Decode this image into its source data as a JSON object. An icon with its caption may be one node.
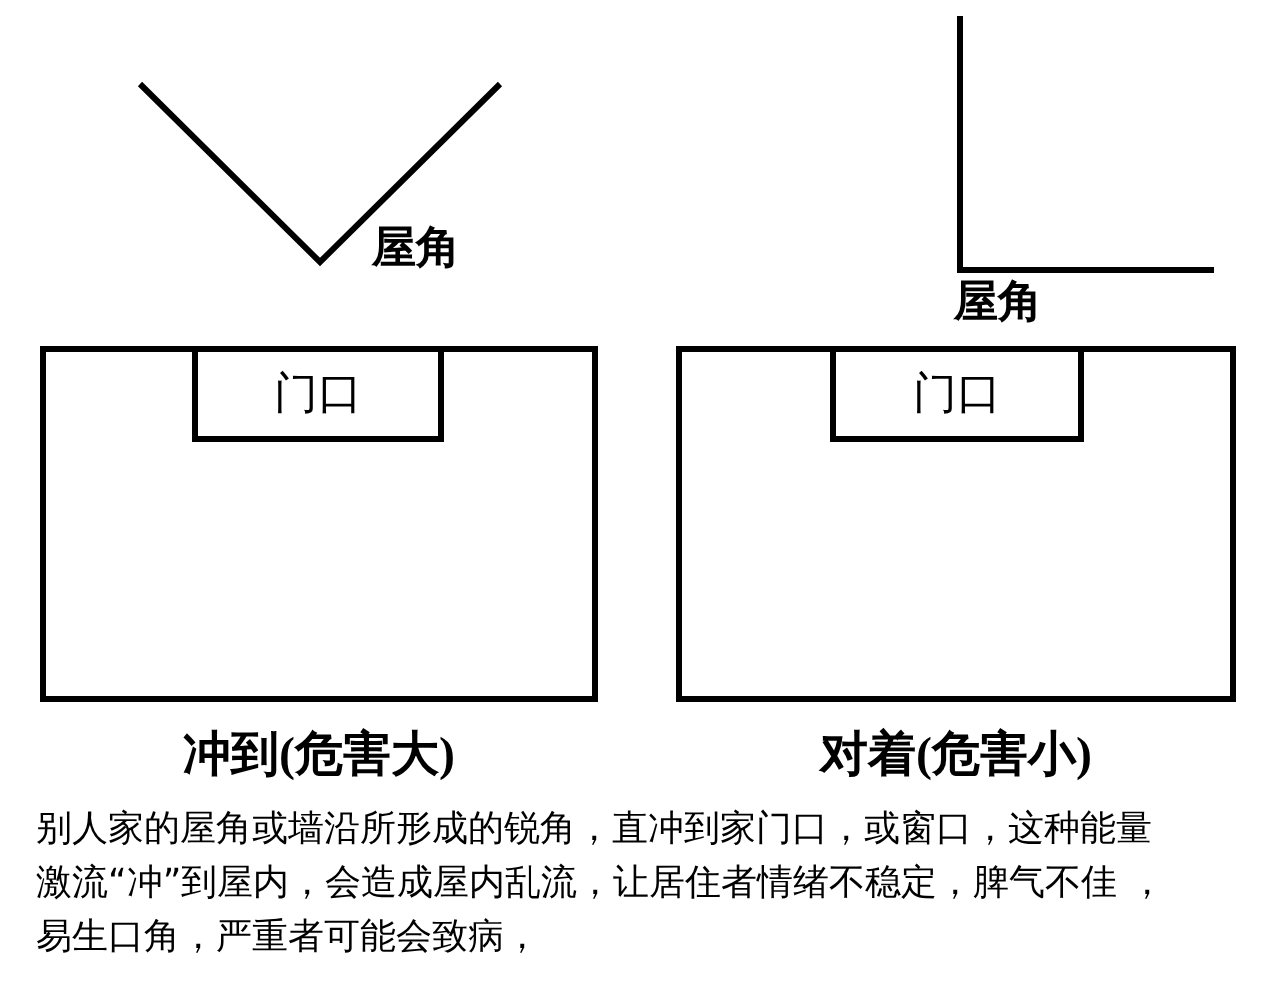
{
  "diagram": {
    "nodes": [
      {
        "text": [],
        "shape": "box",
        "beside": [
          "冲到(危害大)"
        ]
      },
      {
        "text": [
          "门口"
        ],
        "in": 0
      },
      {
        "text": [],
        "shape": "box",
        "beside": [
          "对着(危害小)"
        ]
      },
      {
        "text": [
          "门口"
        ],
        "in": 2
      }
    ],
    "labels": [
      "屋角",
      "屋角"
    ],
    "caption": "别人家的屋角或墙沿所形成的锐角，直冲到家门口，或窗口，这种能量激流“冲”到屋内，会造成屋内乱流，让居住者情绪不稳定，脾气不佳 ，易生口角，严重者可能会致病，"
  }
}
